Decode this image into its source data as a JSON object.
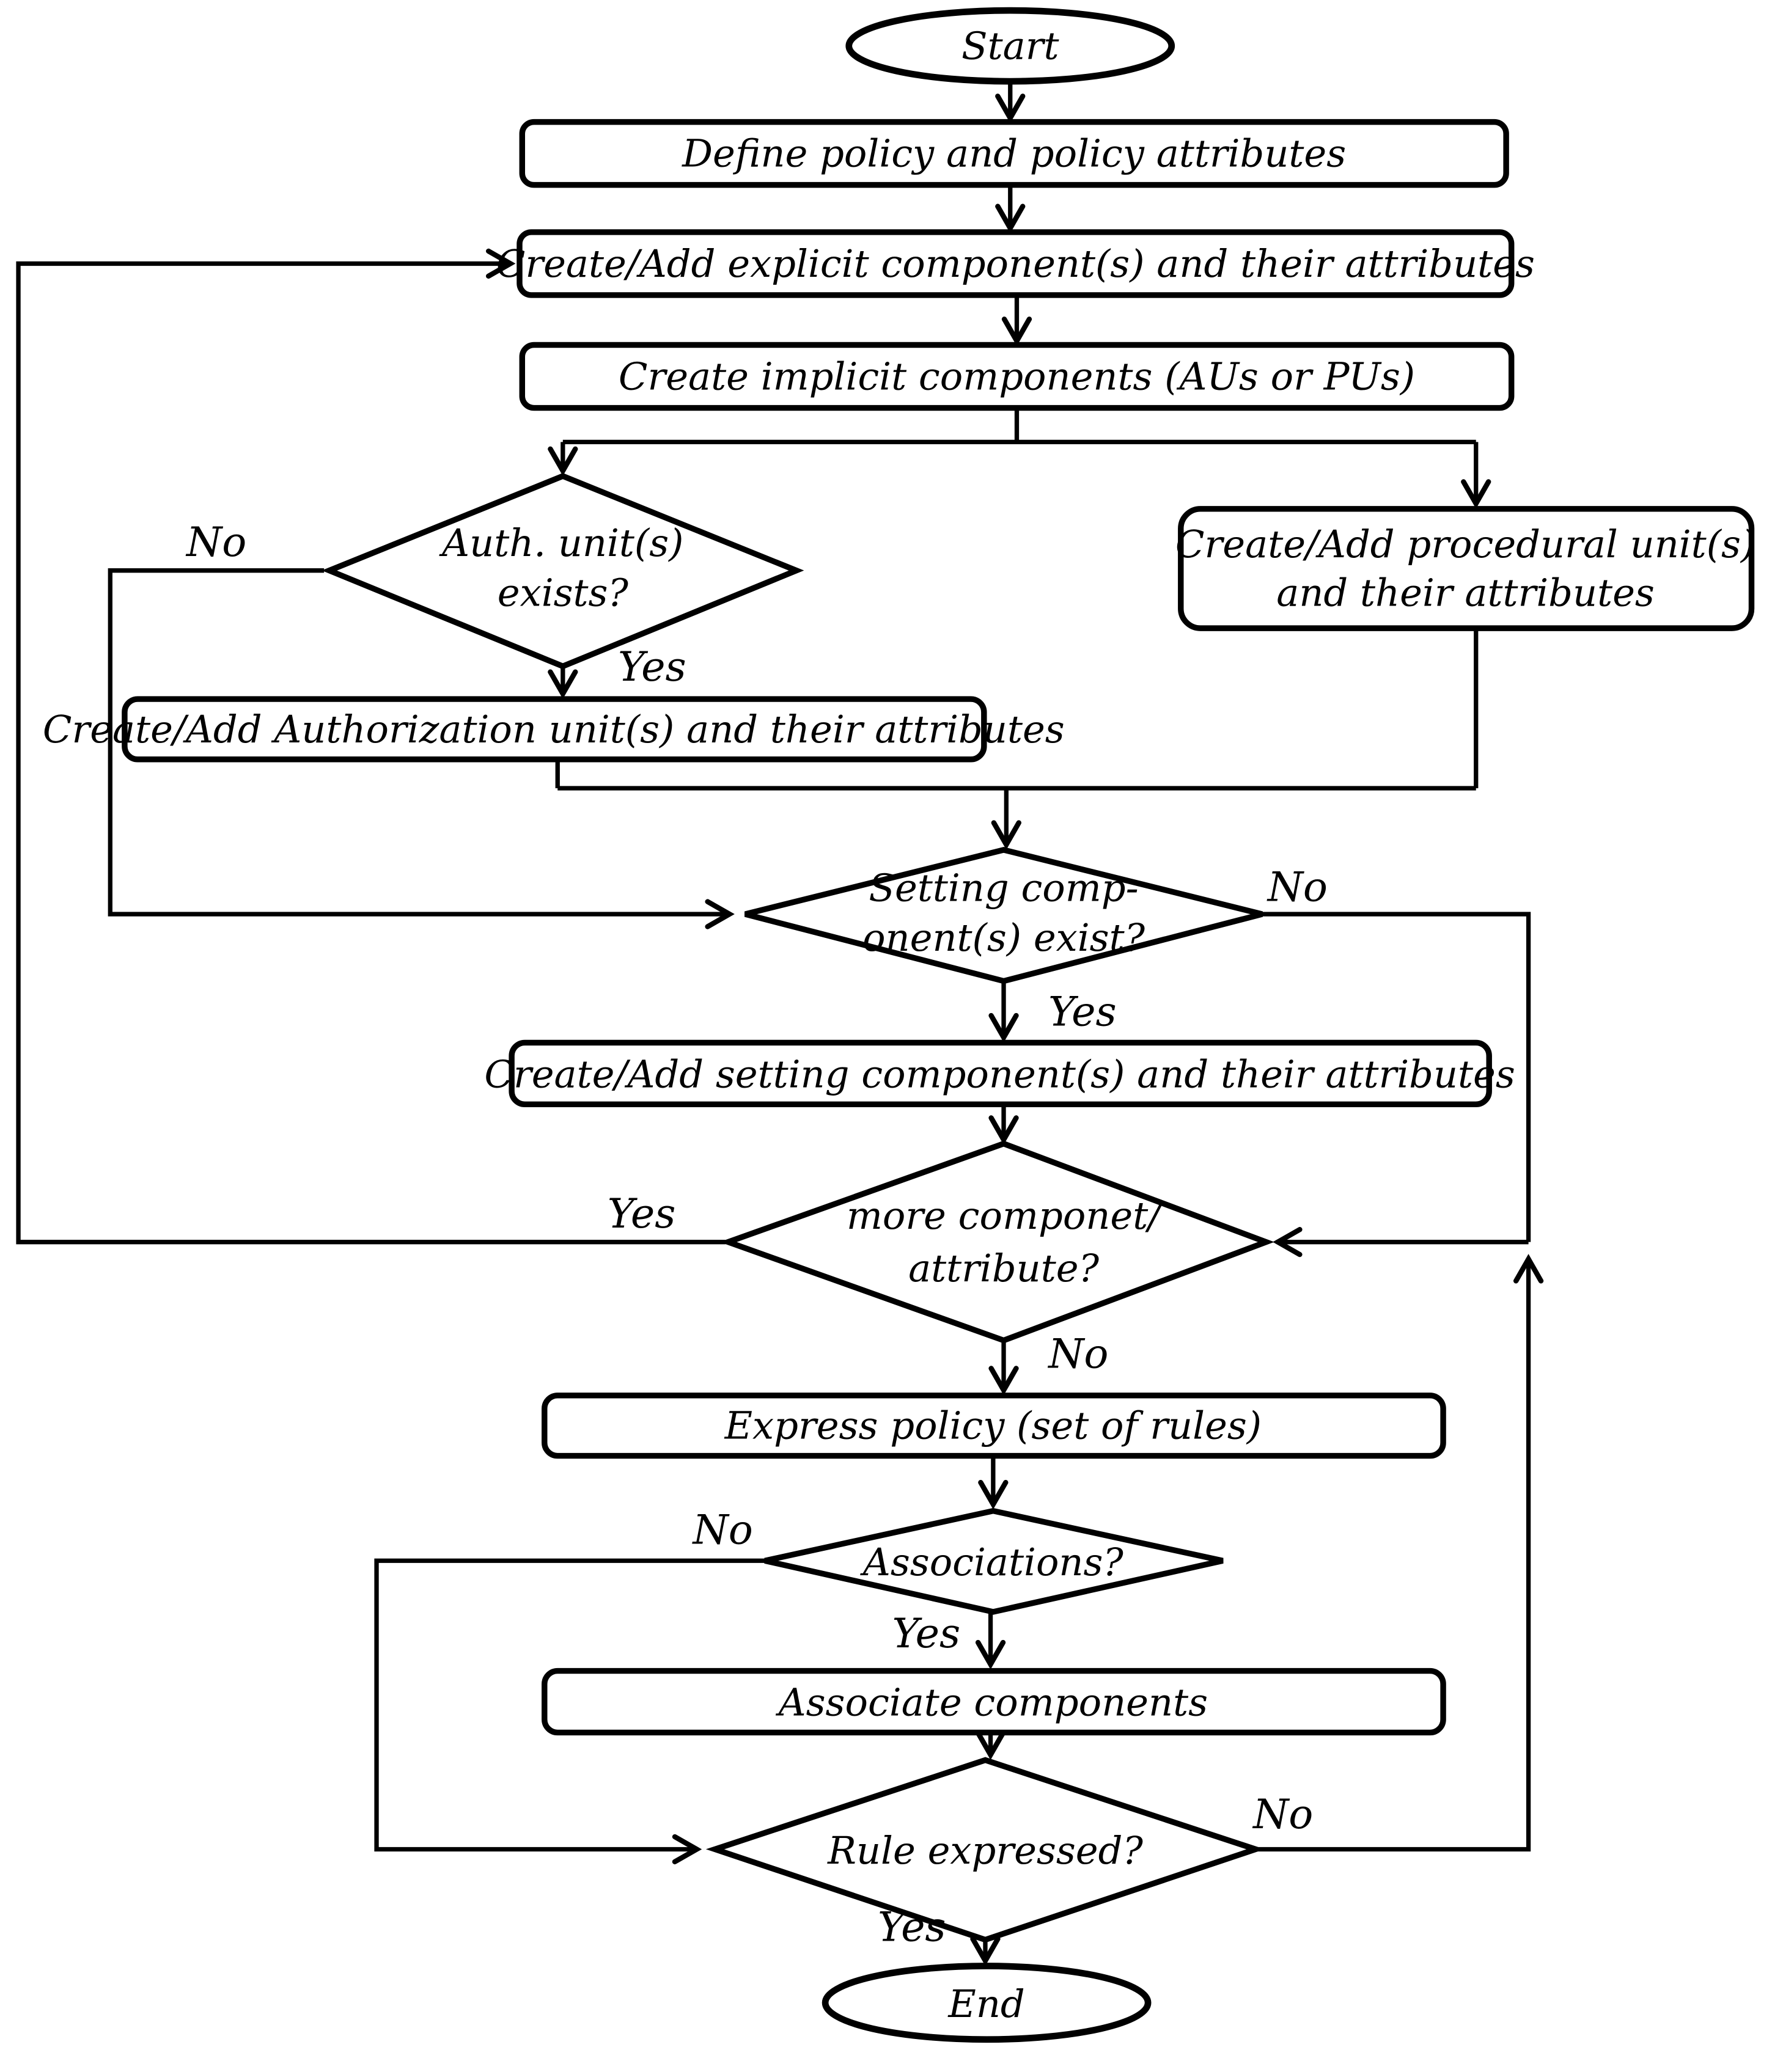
{
  "diagram": {
    "type": "flowchart",
    "background_color": "#ffffff",
    "line_color": "#000000"
  },
  "nodes": {
    "start": {
      "shape": "ellipse",
      "label": "Start"
    },
    "define_policy": {
      "shape": "process",
      "label": "Define policy and policy attributes"
    },
    "create_explicit": {
      "shape": "process",
      "label": "Create/Add explicit component(s) and their attributes"
    },
    "create_implicit": {
      "shape": "process",
      "label": "Create implicit components (AUs or PUs)"
    },
    "auth_exists": {
      "shape": "decision",
      "lines": [
        "Auth. unit(s)",
        "exists?"
      ]
    },
    "create_procedural": {
      "shape": "process",
      "lines": [
        "Create/Add procedural unit(s)",
        "and their attributes"
      ]
    },
    "create_authorization": {
      "shape": "process",
      "label": "Create/Add Authorization unit(s) and their attributes"
    },
    "setting_exists": {
      "shape": "decision",
      "lines": [
        "Setting comp-",
        "onent(s) exist?"
      ]
    },
    "create_setting": {
      "shape": "process",
      "label": "Create/Add setting component(s) and their attributes"
    },
    "more_components": {
      "shape": "decision",
      "lines": [
        "more componet/",
        "attribute?"
      ]
    },
    "express_policy": {
      "shape": "process",
      "label": "Express policy (set of rules)"
    },
    "associations": {
      "shape": "decision",
      "label": "Associations?"
    },
    "associate_components": {
      "shape": "process",
      "label": "Associate components"
    },
    "rule_expressed": {
      "shape": "decision",
      "label": "Rule expressed?"
    },
    "end": {
      "shape": "ellipse",
      "label": "End"
    }
  },
  "edge_labels": {
    "auth_no": "No",
    "auth_yes": "Yes",
    "setting_no": "No",
    "setting_yes": "Yes",
    "more_yes": "Yes",
    "more_no": "No",
    "assoc_no": "No",
    "assoc_yes": "Yes",
    "rule_no": "No",
    "rule_yes": "Yes"
  }
}
